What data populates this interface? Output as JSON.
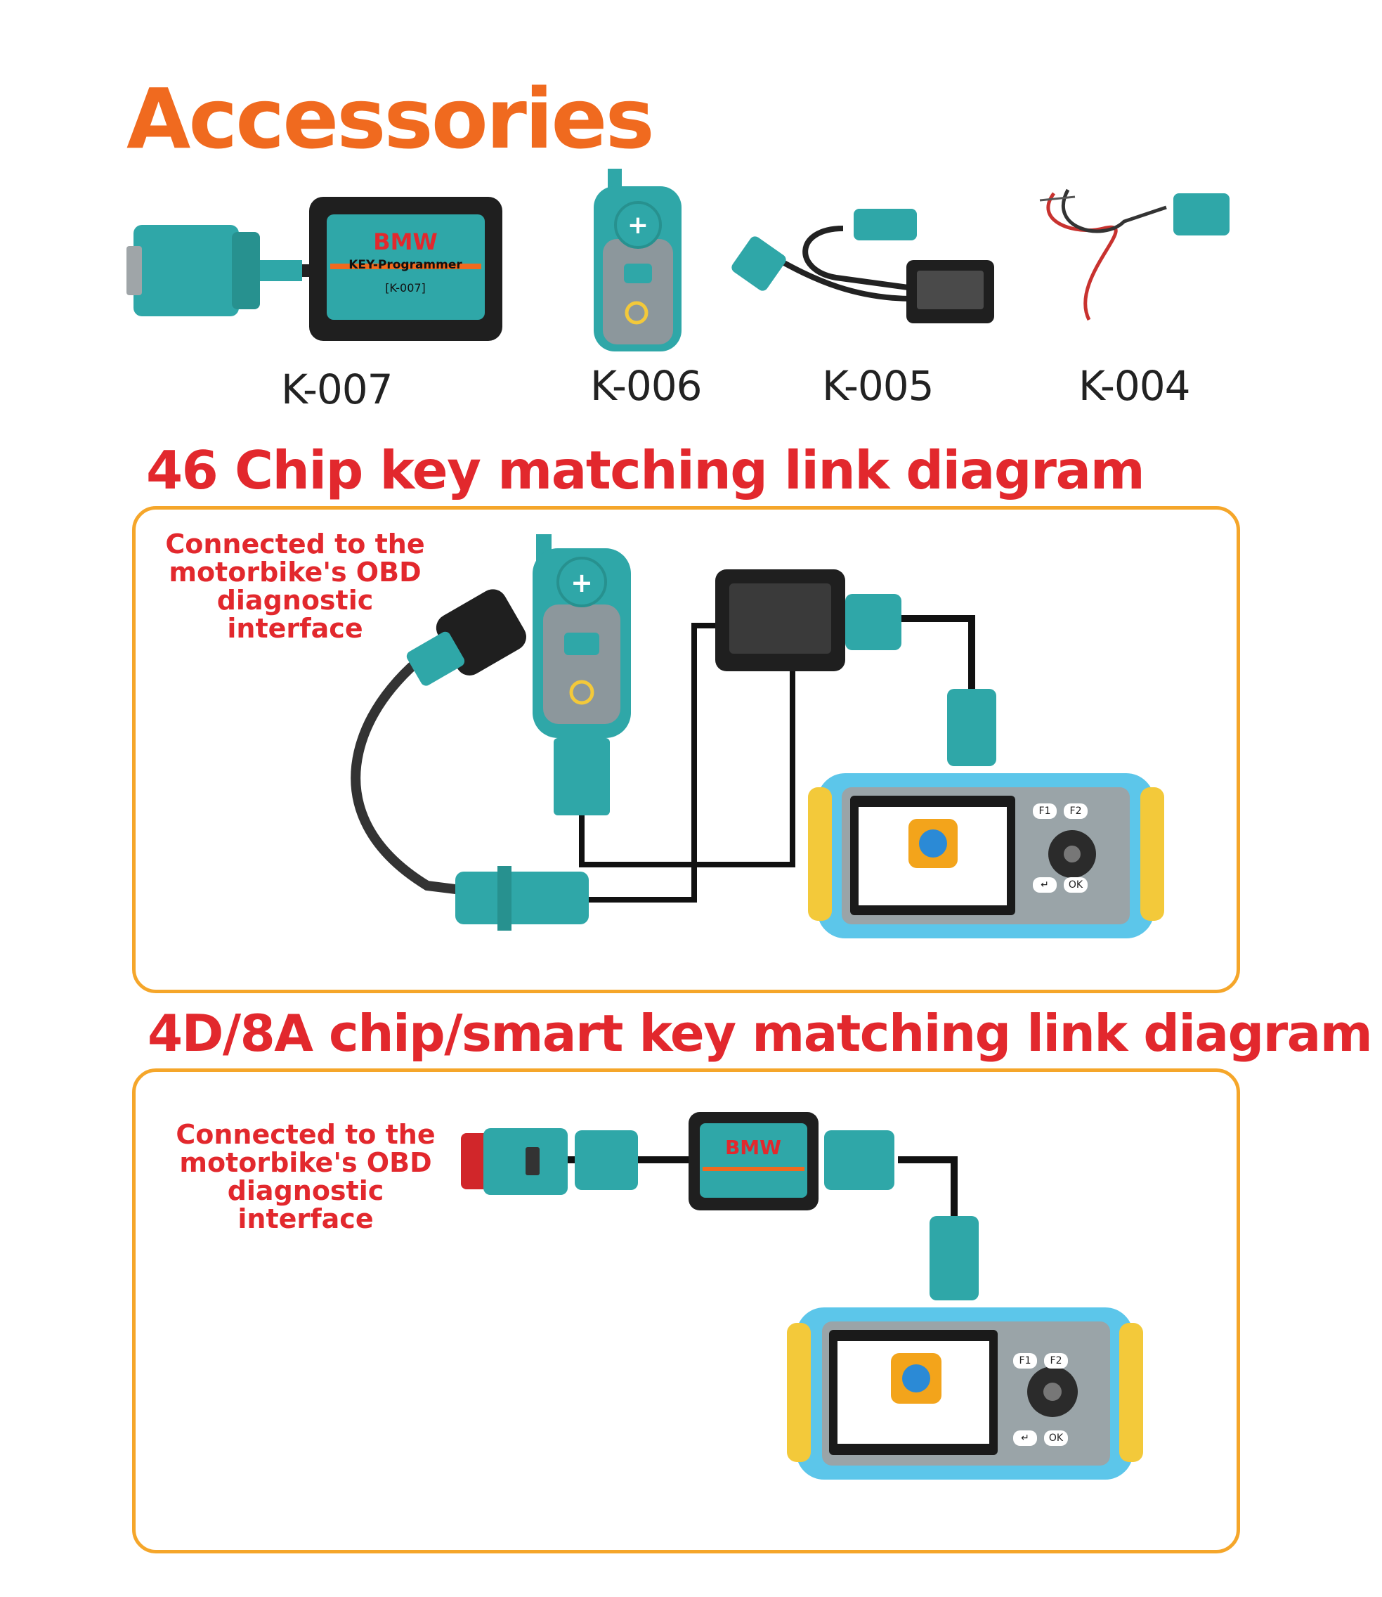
{
  "colors": {
    "title_orange": "#f06a1f",
    "heading_red": "#e2282d",
    "frame_orange": "#f5a62a",
    "device_teal": "#2fa7a8",
    "box_black": "#1f1f1f",
    "screen_blue": "#5cc6ea",
    "bumper_yellow": "#f3c93a"
  },
  "accessories": {
    "title": "Accessories",
    "items": [
      {
        "code": "K-007",
        "box_brand": "BMW",
        "box_name": "KEY-Programmer",
        "box_code": "[K-007]"
      },
      {
        "code": "K-006"
      },
      {
        "code": "K-005"
      },
      {
        "code": "K-004"
      }
    ]
  },
  "diagram_46": {
    "title": "46 Chip key matching link diagram",
    "note": [
      "Connected to the",
      "motorbike's OBD",
      "diagnostic interface"
    ]
  },
  "diagram_4d8a": {
    "title": "4D/8A chip/smart key matching link diagram",
    "note": [
      "Connected to the",
      "motorbike's OBD",
      "diagnostic interface"
    ]
  },
  "tablet": {
    "btn_f1": "F1",
    "btn_f2": "F2",
    "btn_back": "↵",
    "btn_ok": "OK"
  }
}
